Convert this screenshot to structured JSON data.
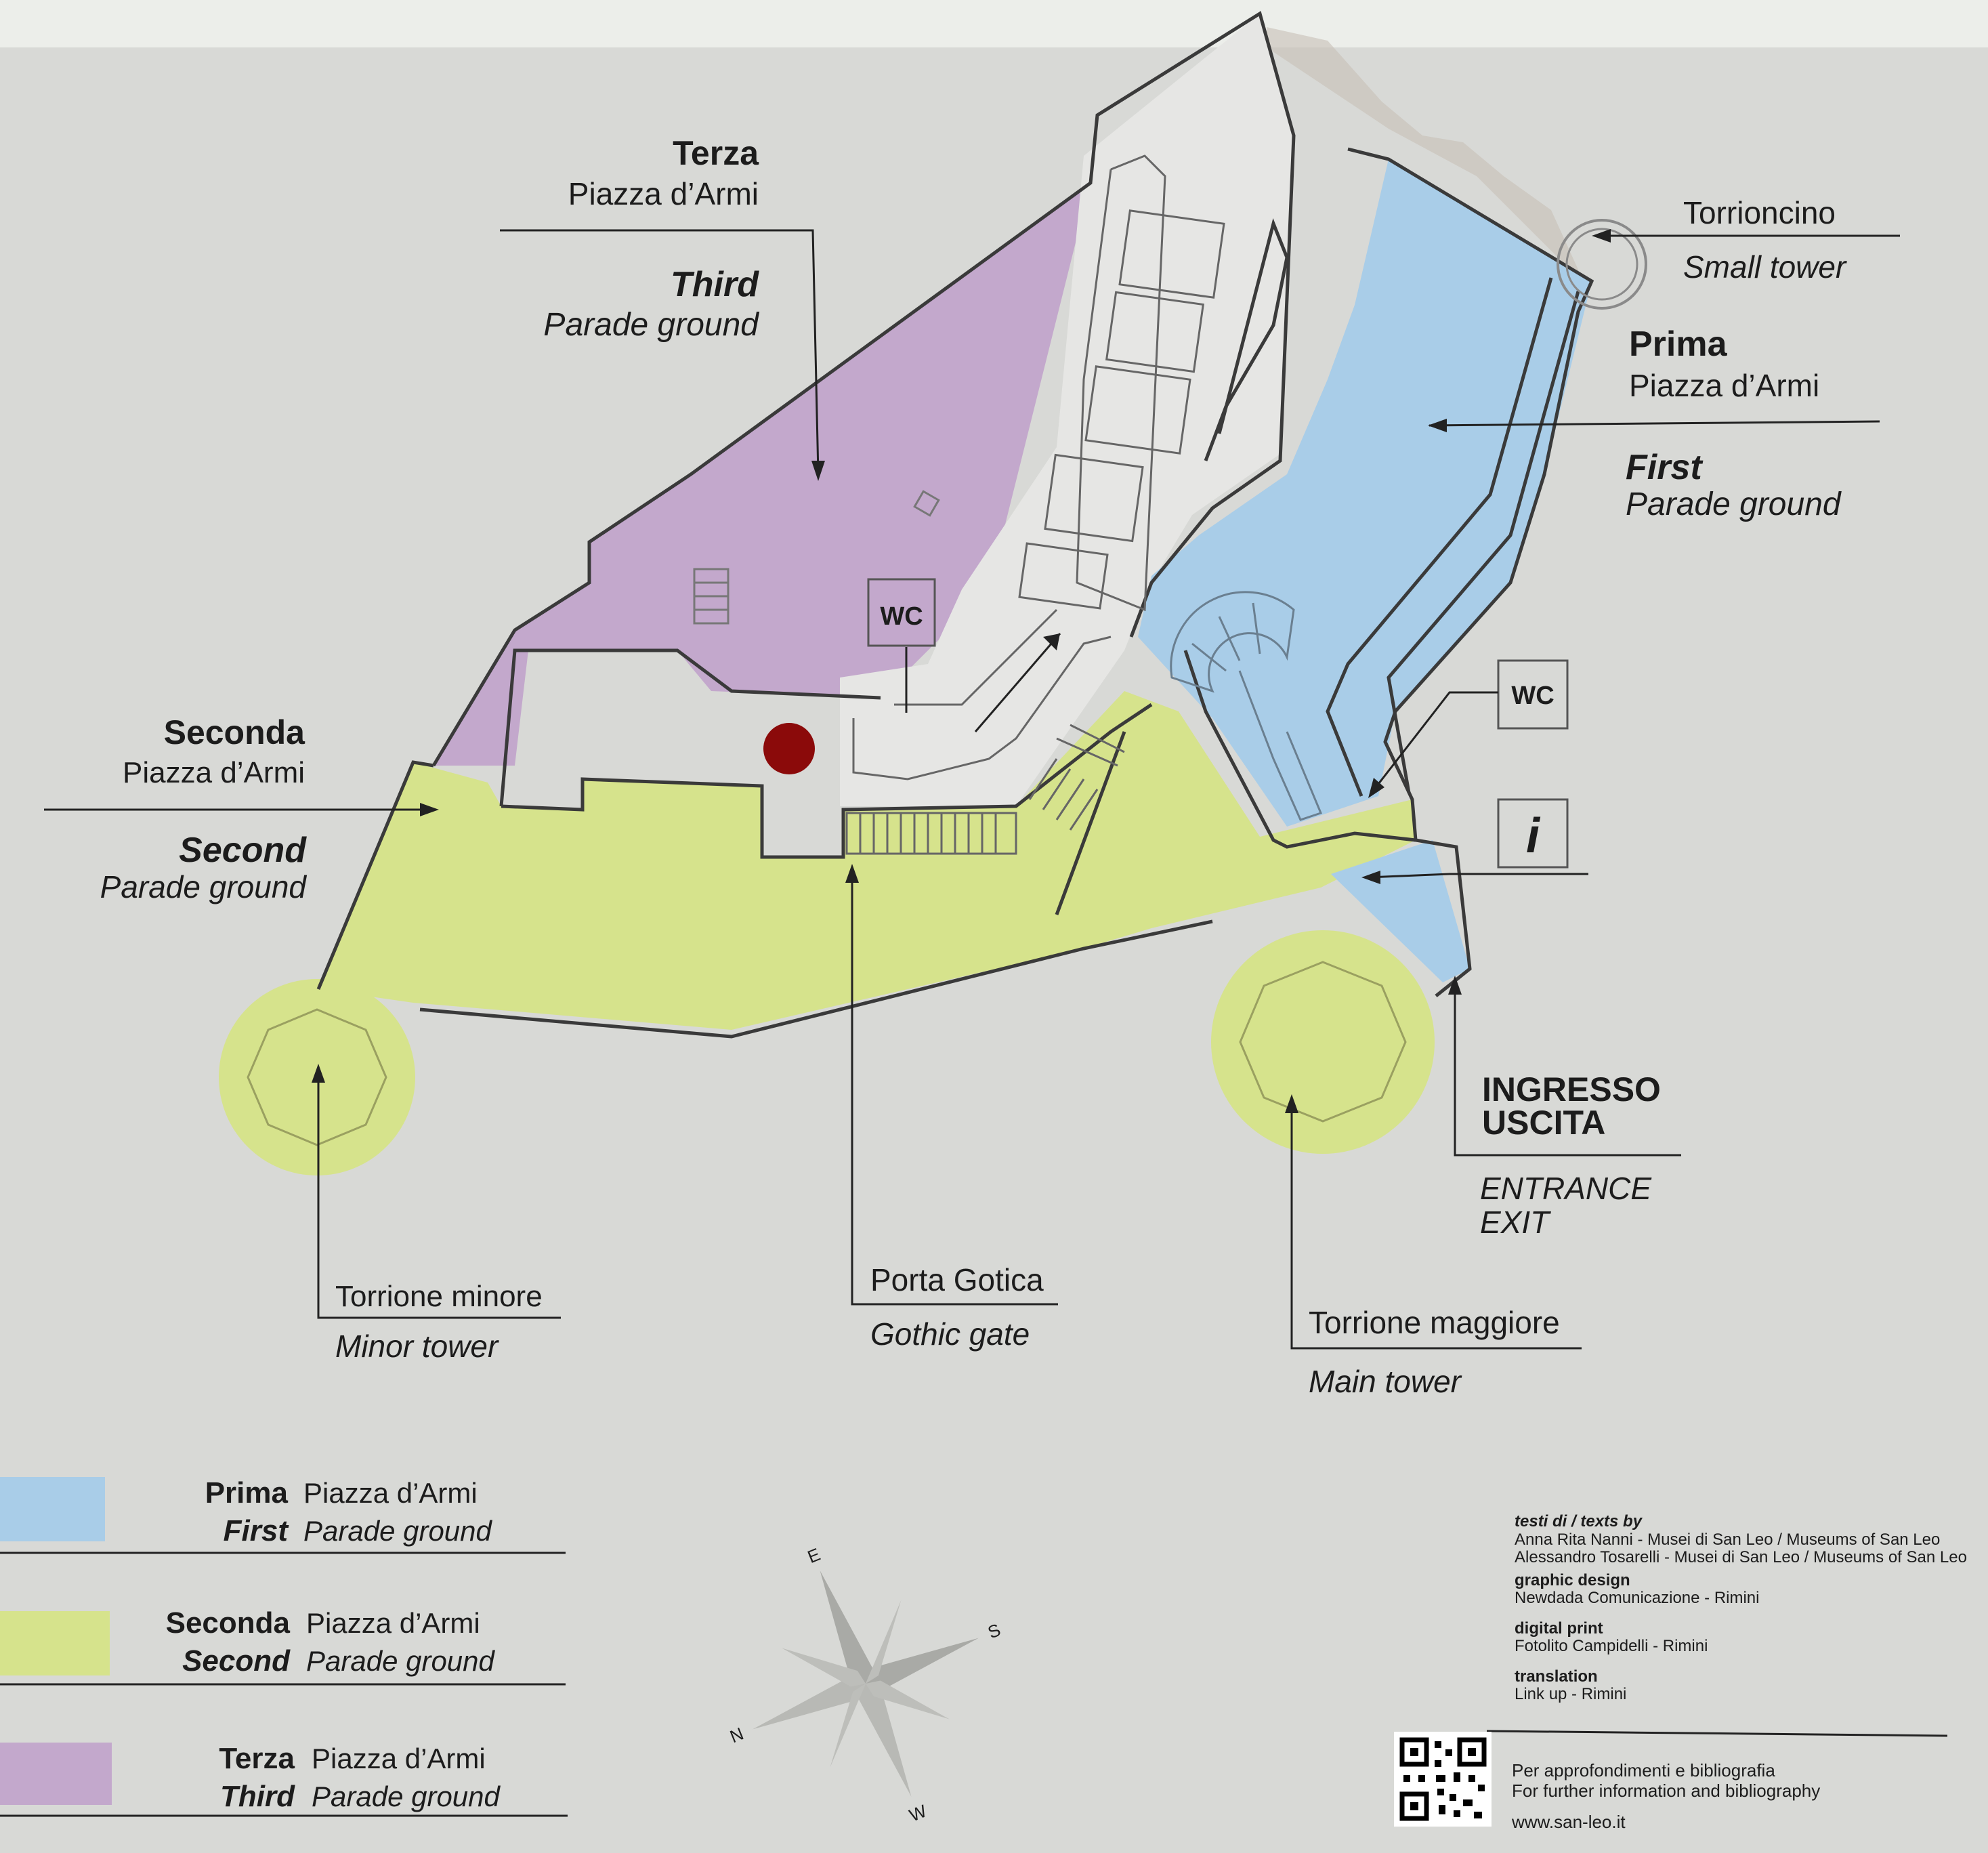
{
  "labels": {
    "terza": {
      "title": "Terza",
      "sub": "Piazza d’Armi",
      "en_title": "Third",
      "en_sub": "Parade ground"
    },
    "prima": {
      "title": "Prima",
      "sub": "Piazza d’Armi",
      "en_title": "First",
      "en_sub": "Parade ground"
    },
    "seconda": {
      "title": "Seconda",
      "sub": "Piazza d’Armi",
      "en_title": "Second",
      "en_sub": "Parade ground"
    },
    "torrioncino": {
      "it": "Torrioncino",
      "en": "Small tower"
    },
    "torrione_minore": {
      "it": "Torrione minore",
      "en": "Minor tower"
    },
    "porta_gotica": {
      "it": "Porta Gotica",
      "en": "Gothic gate"
    },
    "torrione_maggiore": {
      "it": "Torrione maggiore",
      "en": "Main tower"
    },
    "ingresso": {
      "it1": "INGRESSO",
      "it2": "USCITA",
      "en1": "ENTRANCE",
      "en2": "EXIT"
    },
    "wc": "WC",
    "info": "i"
  },
  "legend": [
    {
      "title": "Prima",
      "sub": "Piazza d’Armi",
      "en_title": "First",
      "en_sub": "Parade ground",
      "color": "#a9cde8"
    },
    {
      "title": "Seconda",
      "sub": "Piazza d’Armi",
      "en_title": "Second",
      "en_sub": "Parade ground",
      "color": "#d6e38c"
    },
    {
      "title": "Terza",
      "sub": "Piazza d’Armi",
      "en_title": "Third",
      "en_sub": "Parade ground",
      "color": "#c3a8cc"
    }
  ],
  "compass": {
    "e": "E",
    "s": "S",
    "n": "N",
    "w": "W"
  },
  "credits": {
    "texts_head": "testi di / texts by",
    "texts_1": "Anna Rita Nanni - Musei di San Leo / Museums of San Leo",
    "texts_2": "Alessandro Tosarelli - Musei di San Leo / Museums of San Leo",
    "design_head": "graphic design",
    "design_1": "Newdada Comunicazione - Rimini",
    "print_head": "digital print",
    "print_1": "Fotolito Campidelli - Rimini",
    "translation_head": "translation",
    "translation_1": "Link up - Rimini",
    "more_it": "Per approfondimenti e bibliografia",
    "more_en": "For further information and bibliography",
    "url": "www.san-leo.it"
  },
  "colors": {
    "first": "#a9cde8",
    "second": "#d6e38c",
    "third": "#c3a8cc",
    "building": "#e6e6e4",
    "you_are_here": "#8b0a0a"
  }
}
